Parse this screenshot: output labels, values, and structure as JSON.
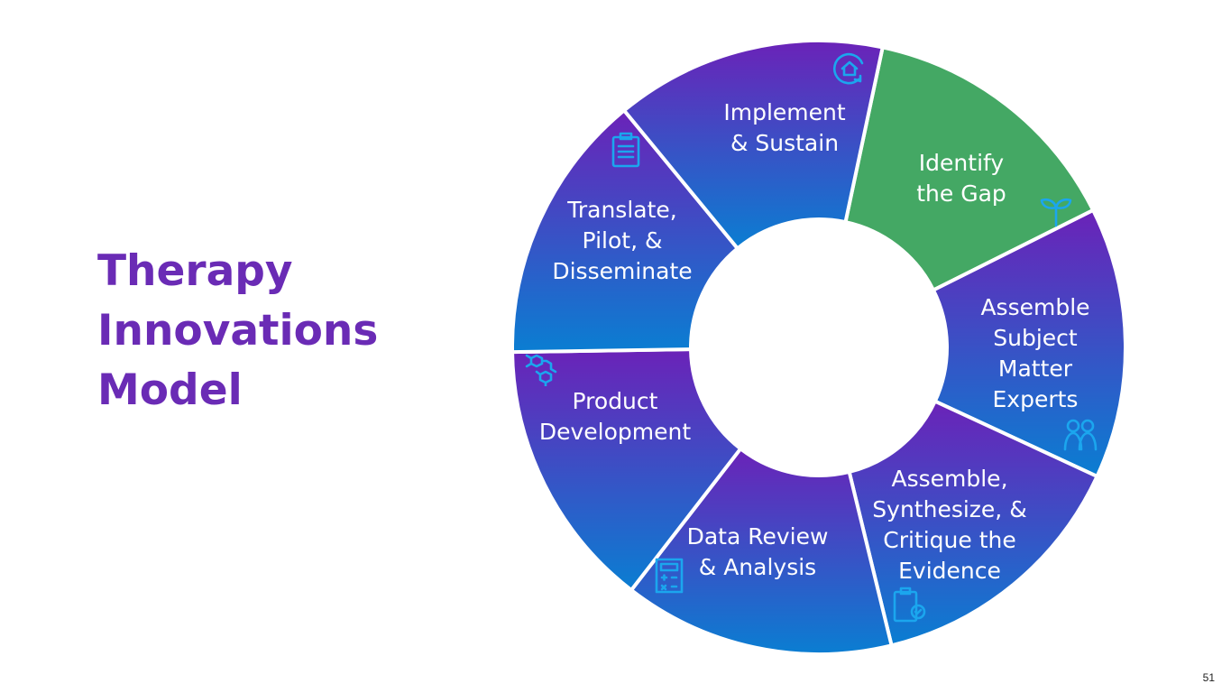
{
  "title": "Therapy\nInnovations\nModel",
  "page_number": "51",
  "colors": {
    "title": "#6a2bb5",
    "purple": "#6b22b8",
    "blue": "#0a7ed2",
    "green": "#44a864",
    "icon": "#1ba6ee"
  },
  "segments": [
    {
      "label": "Identify\nthe Gap",
      "icon": "sprout-icon",
      "highlight": true
    },
    {
      "label": "Assemble\nSubject\nMatter\nExperts",
      "icon": "people-icon",
      "highlight": false
    },
    {
      "label": "Assemble,\nSynthesize, &\nCritique the\nEvidence",
      "icon": "clipboard-check-icon",
      "highlight": false
    },
    {
      "label": "Data Review\n& Analysis",
      "icon": "calculator-icon",
      "highlight": false
    },
    {
      "label": "Product\nDevelopment",
      "icon": "molecule-icon",
      "highlight": false
    },
    {
      "label": "Translate,\nPilot, &\nDisseminate",
      "icon": "clipboard-icon",
      "highlight": false
    },
    {
      "label": "Implement\n& Sustain",
      "icon": "home-cycle-icon",
      "highlight": false
    }
  ]
}
